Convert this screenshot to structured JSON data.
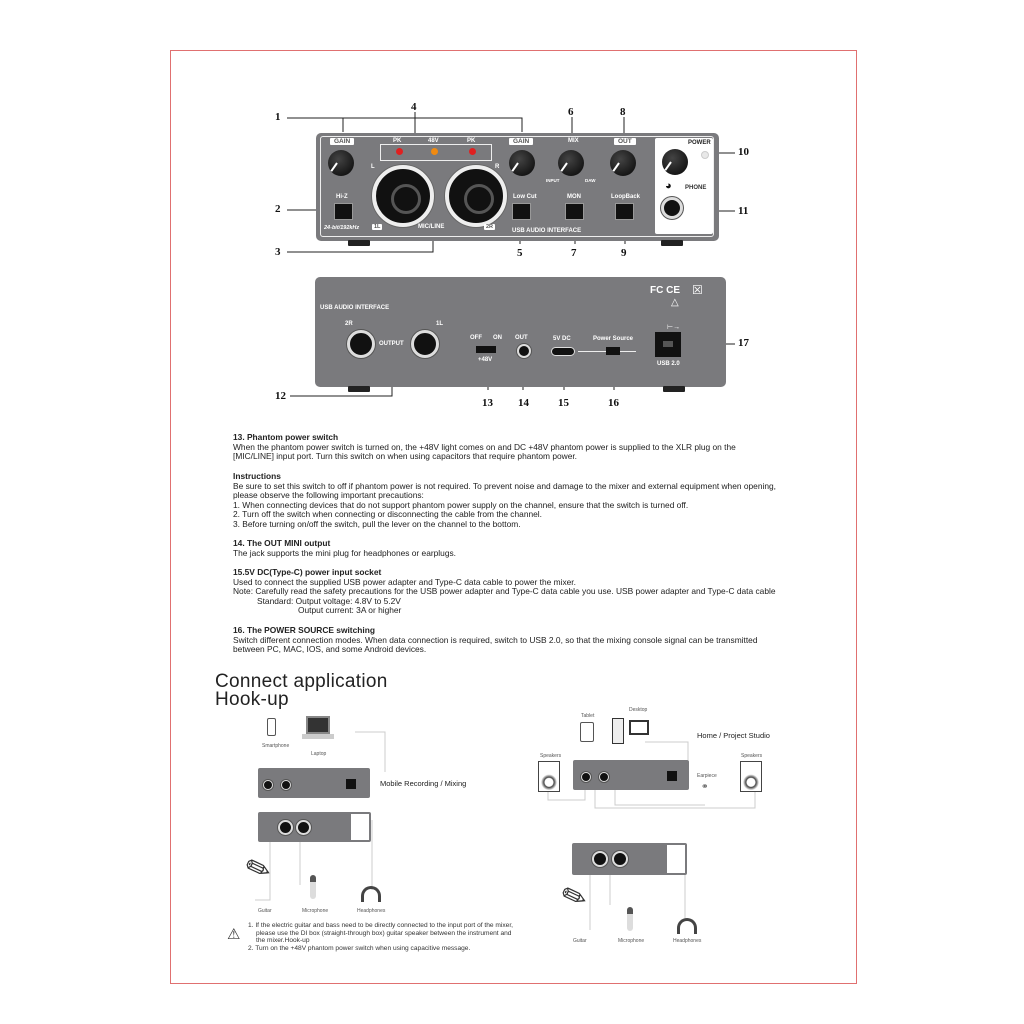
{
  "front_panel": {
    "callouts": [
      "1",
      "2",
      "3",
      "4",
      "5",
      "6",
      "7",
      "8",
      "9",
      "10",
      "11"
    ],
    "gain_label": "GAIN",
    "pk_label": "PK",
    "v48_label": "48V",
    "mix_label": "MIX",
    "out_label": "OUT",
    "hiz_label": "Hi-Z",
    "lowcut_label": "Low Cut",
    "mon_label": "MON",
    "loopback_label": "LoopBack",
    "l_label": "L",
    "r_label": "R",
    "input_label": "INPUT",
    "daw_label": "DAW",
    "spec_label": "24-bit/192kHz",
    "ch1_label": "1L",
    "ch2_label": "2R",
    "micline_label": "MIC/LINE",
    "usb_label": "USB AUDIO INTERFACE",
    "power_label": "POWER",
    "phone_label": "PHONE",
    "colors": {
      "pk_led": "#e02020",
      "v48_led": "#f08a10",
      "panel": "#7a7a7d"
    }
  },
  "rear_panel": {
    "callouts": [
      "12",
      "13",
      "14",
      "15",
      "16",
      "17"
    ],
    "title": "USB AUDIO INTERFACE",
    "out_2r": "2R",
    "out_1l": "1L",
    "output_label": "OUTPUT",
    "off_label": "OFF",
    "on_label": "ON",
    "v48_label": "+48V",
    "out_label": "OUT",
    "dc_label": "5V DC",
    "power_source_label": "Power Source",
    "usb_label": "USB 2.0",
    "cert_logos": "FC CE"
  },
  "sections": [
    {
      "title": "13. Phantom power switch",
      "lines": [
        "When the phantom power switch is turned on, the +48V light comes on and DC +48V phantom power is supplied to the XLR plug on the",
        "[MIC/LINE] input port. Turn this switch on when using capacitors that require phantom power."
      ]
    },
    {
      "title": "Instructions",
      "lines": [
        "Be sure to set this switch to off if phantom power is not required. To prevent noise and damage to the mixer and external equipment when opening,",
        "please observe the following important precautions:",
        "1. When connecting devices that do not support phantom power supply on the channel, ensure that the switch is turned off.",
        "2. Turn off the switch when connecting or disconnecting the cable from the channel.",
        "3. Before turning on/off the switch, pull the lever on the channel to the bottom."
      ]
    },
    {
      "title": "14. The OUT MINI output",
      "lines": [
        "The jack supports the mini plug for headphones or earplugs."
      ]
    },
    {
      "title": "15.5V DC(Type-C) power input socket",
      "lines": [
        "Used to connect the supplied USB power adapter and Type-C data cable to power the mixer.",
        "Note: Carefully read the safety precautions for the USB power adapter and Type-C data cable you use. USB power adapter and Type-C data cable",
        "Standard: Output voltage: 4.8V to 5.2V",
        "Output current: 3A or higher"
      ]
    },
    {
      "title": "16. The POWER SOURCE switching",
      "lines": [
        "Switch different connection modes. When data connection is required, switch to USB 2.0, so that the mixing console signal can be transmitted",
        "between PC, MAC, IOS, and some Android devices."
      ]
    }
  ],
  "hookup": {
    "title1": "Connect application",
    "title2": "Hook-up",
    "mobile": {
      "smartphone": "Smartphone",
      "laptop": "Laptop",
      "caption": "Mobile Recording / Mixing",
      "guitar": "Guitar",
      "microphone": "Microphone",
      "headphones": "Headphones"
    },
    "studio": {
      "tablet": "Tablet",
      "desktop": "Desktop",
      "caption": "Home / Project Studio",
      "speakers_left": "Speakers",
      "speakers_right": "Speakers",
      "earpiece": "Earpiece",
      "guitar": "Guitar",
      "microphone": "Microphone",
      "headphones": "Headphones"
    },
    "notes": [
      "1. If the electric guitar and bass need to be directly connected to the input port of the mixer,",
      "please use the DI box (straight-through box) guitar speaker between the instrument and",
      "the mixer.Hook-up",
      "2. Turn on the +48V phantom power switch when using capacitive message."
    ]
  }
}
